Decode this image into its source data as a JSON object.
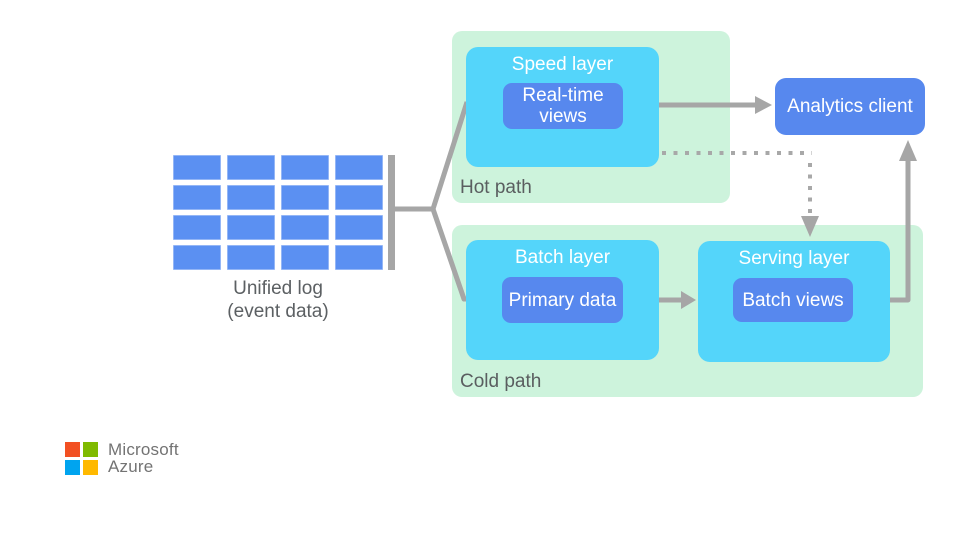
{
  "diagram": {
    "unified_log": {
      "caption_line1": "Unified log",
      "caption_line2": "(event data)"
    },
    "hot_path": {
      "label": "Hot path",
      "speed_layer": {
        "title": "Speed layer",
        "view": "Real-time views"
      }
    },
    "cold_path": {
      "label": "Cold path",
      "batch_layer": {
        "title": "Batch layer",
        "view": "Primary data"
      },
      "serving_layer": {
        "title": "Serving layer",
        "view": "Batch views"
      }
    },
    "analytics_client": {
      "label": "Analytics client"
    }
  },
  "branding": {
    "company": "Microsoft",
    "product": "Azure"
  },
  "colors": {
    "box_blue": "#5788ee",
    "layer_cyan": "#54d5fa",
    "path_green": "#cdf3dc",
    "connector_gray": "#a6a6a6",
    "label_gray": "#5c6063",
    "logo_red": "#f25022",
    "logo_green": "#7fba00",
    "logo_blue": "#00a4ef",
    "logo_yellow": "#ffb900",
    "logo_text_gray": "#737373"
  }
}
